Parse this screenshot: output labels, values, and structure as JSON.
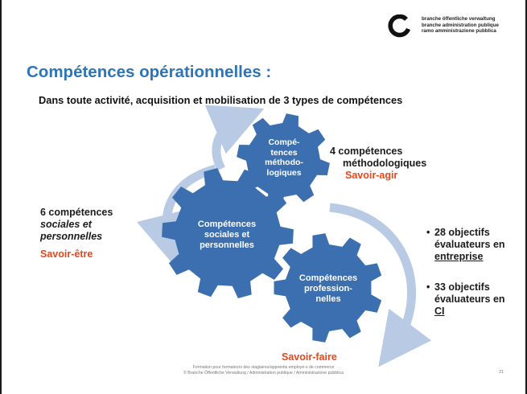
{
  "header": {
    "brand_lines": [
      "branche öffentliche verwaltung",
      "branche administration publique",
      "ramo amministrazione pubblica"
    ]
  },
  "title": "Compétences opérationnelles :",
  "subtitle": "Dans toute activité, acquisition et mobilisation de 3 types de compétences",
  "gears": {
    "top_label": [
      "Compé-",
      "tences",
      "méthodo-",
      "logiques"
    ],
    "left_label": [
      "Compétences",
      "sociales et",
      "personnelles"
    ],
    "bottom_label": [
      "Compétences",
      "profession-",
      "nelles"
    ]
  },
  "methodo": {
    "line1": "4 compétences",
    "line2": "méthodologiques",
    "savoir": "Savoir-agir"
  },
  "sociales": {
    "line1": "6 compétences",
    "line2": "sociales et",
    "line3": "personnelles",
    "savoir": "Savoir-être"
  },
  "profession": {
    "savoir": "Savoir-faire"
  },
  "objectives": {
    "item1": [
      "28 objectifs",
      "évaluateurs en"
    ],
    "item1_link": "entreprise",
    "item2": [
      "33 objectifs",
      "évaluateurs en"
    ],
    "item2_link": "CI"
  },
  "footer": {
    "line1": "Formation pour formateurs des stagiaires/apprentis employé-s de commerce",
    "line2": "© Branche Öffentliche Verwaltung / Administration publique / Amministrazione pubblica",
    "page": "21"
  },
  "colors": {
    "gear": "#3b6fb0",
    "arrow": "#b9cbe4",
    "title": "#2e75b6",
    "accent": "#e8461b"
  }
}
